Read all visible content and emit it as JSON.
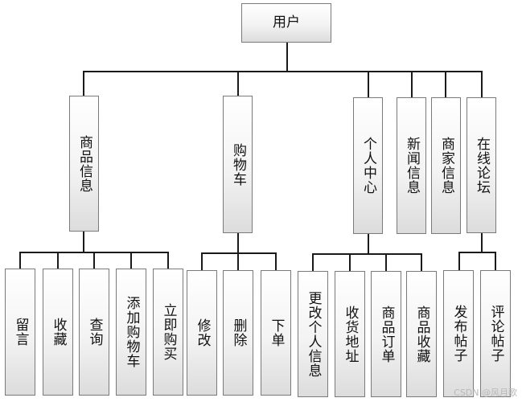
{
  "root": "用户",
  "modules": [
    {
      "label": "商品信息",
      "children": [
        "留言",
        "收藏",
        "查询",
        "添加购物车",
        "立即购买"
      ]
    },
    {
      "label": "购物车",
      "children": [
        "修改",
        "删除",
        "下单"
      ]
    },
    {
      "label": "个人中心",
      "children": [
        "更改个人信息",
        "收货地址",
        "商品订单",
        "商品收藏"
      ]
    },
    {
      "label": "新闻信息",
      "children": []
    },
    {
      "label": "商家信息",
      "children": []
    },
    {
      "label": "在线论坛",
      "children": [
        "发布帖子",
        "评论帖子"
      ]
    }
  ],
  "watermark": "CSDN @风月歌"
}
